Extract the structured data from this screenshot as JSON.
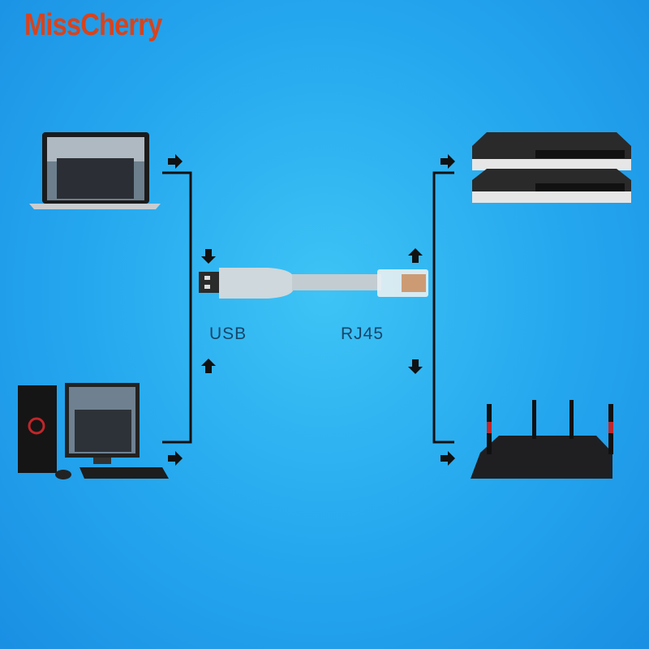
{
  "brand": {
    "logo_text": "MissCherry",
    "color": "#d8431c"
  },
  "labels": {
    "usb": "USB",
    "rj45": "RJ45"
  },
  "devices": {
    "left": [
      "laptop",
      "desktop-computer"
    ],
    "right": [
      "network-switch",
      "wireless-router"
    ]
  },
  "colors": {
    "background": "#24a6ee",
    "lines": "#111111",
    "cable": "#c9d3d8"
  }
}
